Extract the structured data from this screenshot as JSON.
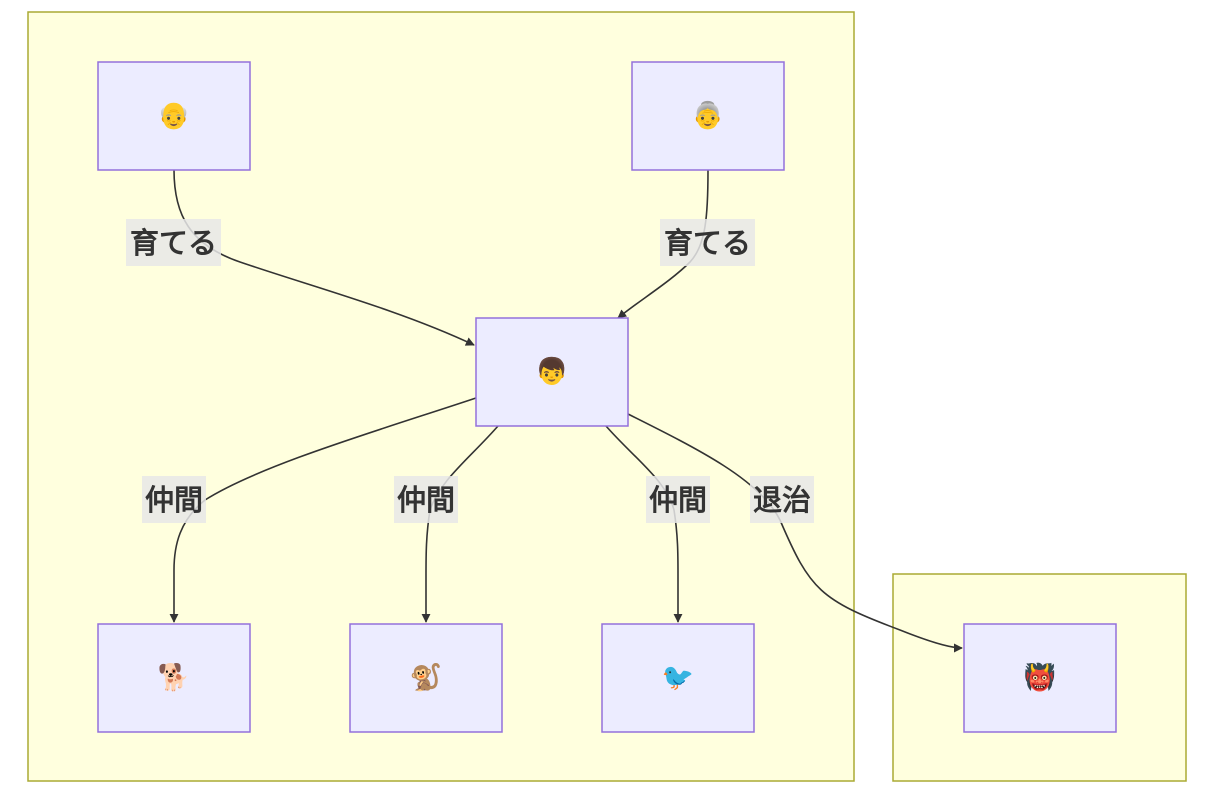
{
  "colors": {
    "cluster_fill": "#ffffde",
    "cluster_stroke": "#aaaa33",
    "node_fill": "#ececff",
    "node_stroke": "#9370db",
    "edge": "#333333",
    "label_bg": "#e8e8e8"
  },
  "nodes": {
    "grandpa": {
      "emoji": "👴",
      "icon": "old-man-icon"
    },
    "grandma": {
      "emoji": "👵",
      "icon": "old-woman-icon"
    },
    "momotaro": {
      "emoji": "👦",
      "icon": "boy-icon"
    },
    "dog": {
      "emoji": "🐕",
      "icon": "dog-icon"
    },
    "monkey": {
      "emoji": "🐒",
      "icon": "monkey-icon"
    },
    "pheasant": {
      "emoji": "🐦",
      "icon": "bird-icon"
    },
    "oni": {
      "emoji": "👹",
      "icon": "ogre-icon"
    }
  },
  "edges": {
    "grandpa_to_momotaro": {
      "label": "育てる"
    },
    "grandma_to_momotaro": {
      "label": "育てる"
    },
    "momotaro_to_dog": {
      "label": "仲間"
    },
    "momotaro_to_monkey": {
      "label": "仲間"
    },
    "momotaro_to_pheasant": {
      "label": "仲間"
    },
    "momotaro_to_oni": {
      "label": "退治"
    }
  }
}
